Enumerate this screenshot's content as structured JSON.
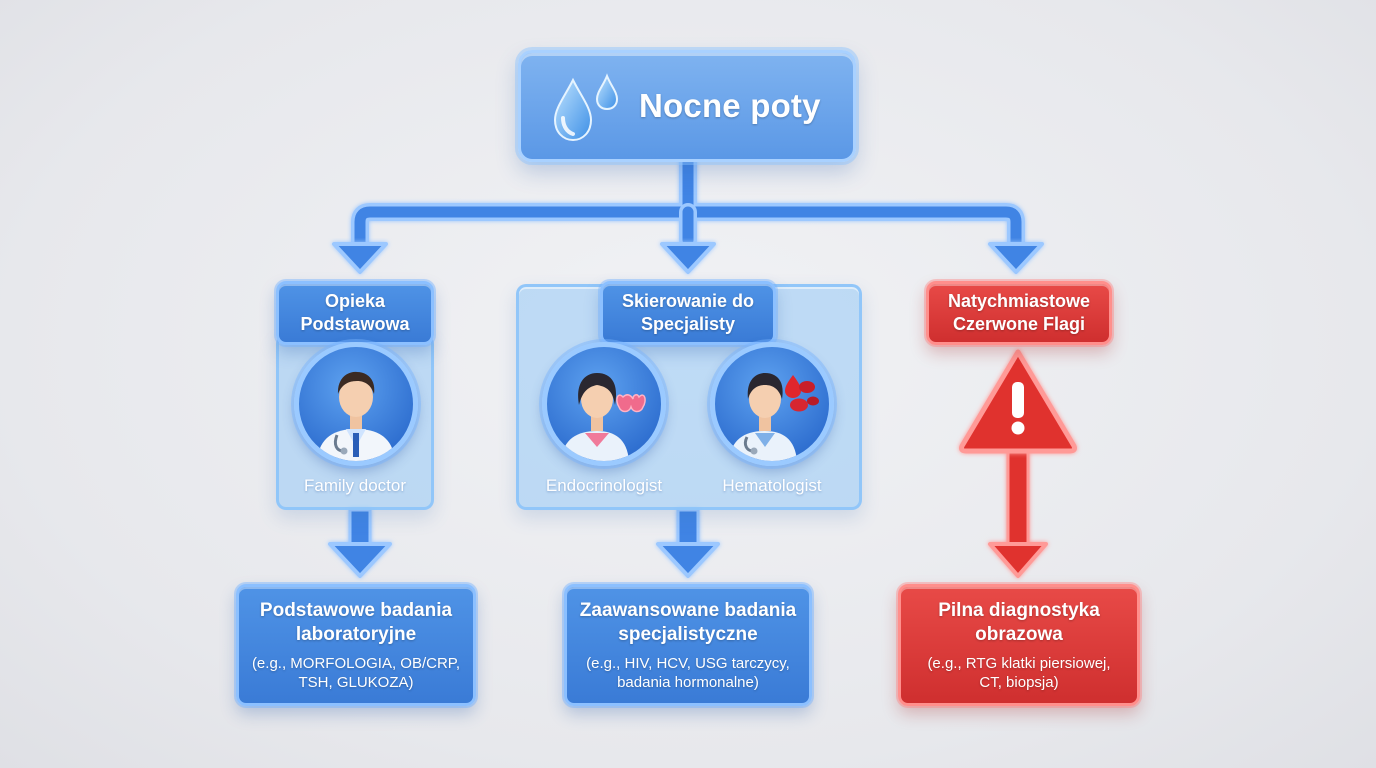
{
  "title": {
    "text": "Nocne poty",
    "icon": "water-drops-icon"
  },
  "branches": {
    "primary_care": {
      "header": "Opieka\nPodstawowa",
      "specialist": {
        "label": "Family doctor",
        "icon": "family-doctor-icon"
      }
    },
    "specialist_referral": {
      "header": "Skierowanie do\nSpecjalisty",
      "specialists": [
        {
          "label": "Endocrinologist",
          "icon": "endocrinologist-thyroid-icon"
        },
        {
          "label": "Hematologist",
          "icon": "hematologist-blood-cells-icon"
        }
      ]
    },
    "red_flags": {
      "header": "Natychmiastowe\nCzerwone Flagi",
      "icon": "warning-triangle-icon"
    }
  },
  "outcomes": {
    "basic_labs": {
      "title": "Podstawowe badania\nlaboratoryjne",
      "details": "(e.g., MORFOLOGIA, OB/CRP,\nTSH, GLUKOZA)"
    },
    "advanced_tests": {
      "title": "Zaawansowane badania\nspecjalistyczne",
      "details": "(e.g., HIV, HCV, USG tarczycy,\nbadania hormonalne)"
    },
    "urgent_imaging": {
      "title": "Pilna diagnostyka\nobrazowa",
      "details": "(e.g., RTG klatki piersiowej,\nCT, biopsja)"
    }
  },
  "colors": {
    "blue": "#3a7bd6",
    "blue_light": "#8cc0ff",
    "red": "#d9342f",
    "red_light": "#ff8f8c",
    "background": "#e9eaee"
  }
}
